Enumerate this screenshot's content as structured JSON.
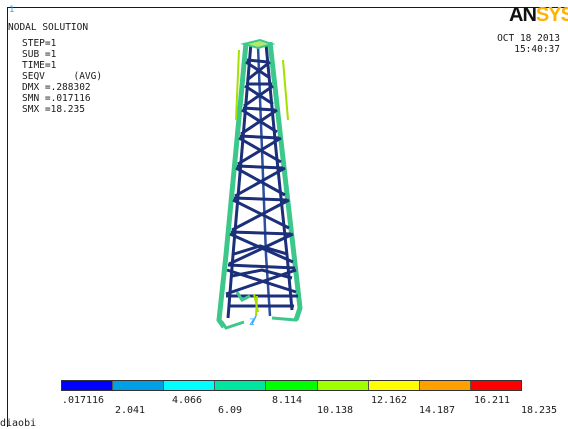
{
  "window_number": "1",
  "plot_title": "NODAL SOLUTION",
  "info": {
    "step": "STEP=1",
    "sub": "SUB =1",
    "time": "TIME=1",
    "seqv": "SEQV     (AVG)",
    "dmx": "DMX =.288302",
    "smn": "SMN =.017116",
    "smx": "SMX =18.235"
  },
  "logo": {
    "text_dark": "AN",
    "text_accent": "SYS"
  },
  "date": "OCT 18 2013",
  "time_of_day": "15:40:37",
  "triad_label": "Z",
  "legend": {
    "colors": [
      "#0000ff",
      "#00a0e6",
      "#00ffff",
      "#00e6a0",
      "#00ff00",
      "#a0ff00",
      "#ffff00",
      "#ffa000",
      "#ff0000"
    ],
    "labels_top": [
      ".017116",
      "4.066",
      "8.114",
      "12.162",
      "16.211"
    ],
    "labels_bottom": [
      "2.041",
      "6.09",
      "10.138",
      "14.187",
      "18.235"
    ]
  },
  "model_name": "diaobi",
  "colors": {
    "structure_stress": "#1c2f7a",
    "edge_low": "#39d08a",
    "edge_mid": "#a6e000",
    "background": "#ffffff"
  }
}
